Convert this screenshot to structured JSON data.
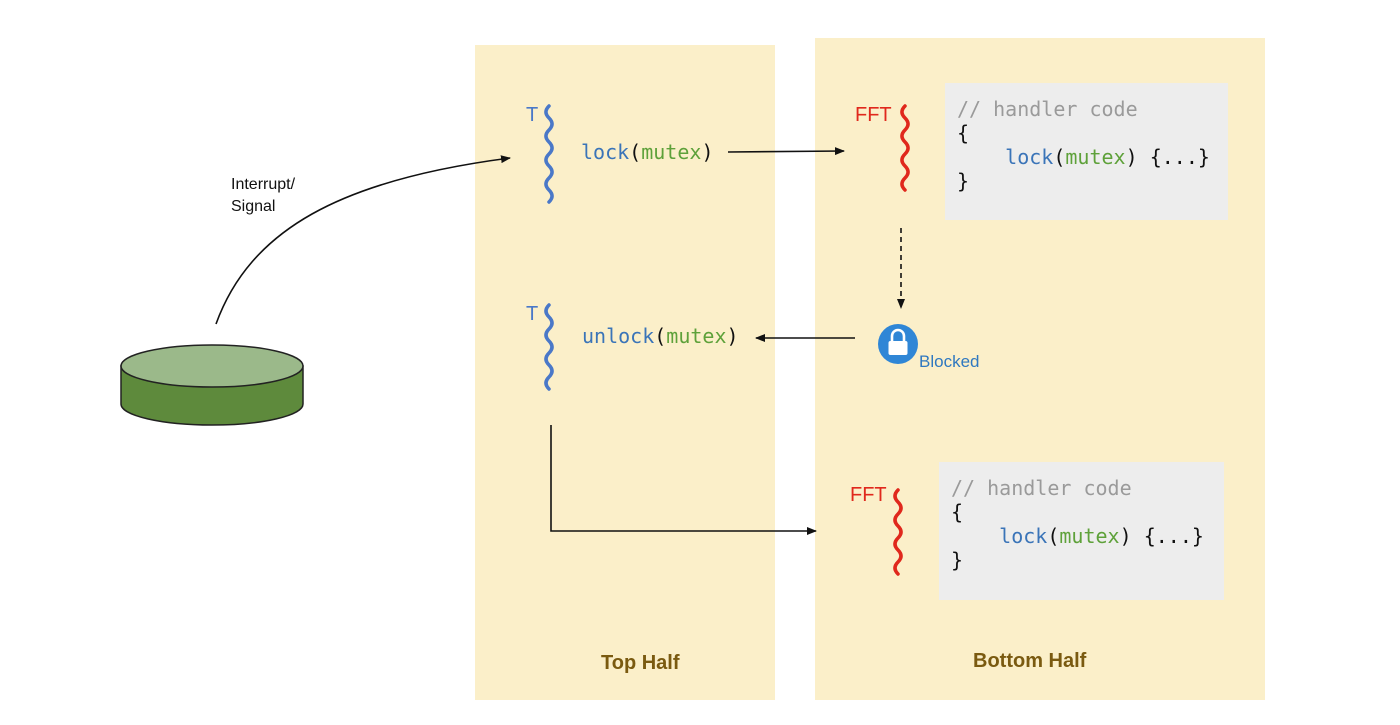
{
  "source": {
    "label_line1": "Interrupt/",
    "label_line2": "Signal"
  },
  "panels": {
    "top_half": "Top Half",
    "bottom_half": "Bottom Half"
  },
  "threads": {
    "normal": "T",
    "handler": "FFT"
  },
  "calls": {
    "lock": {
      "fn": "lock",
      "open": "(",
      "arg": "mutex",
      "close": ")"
    },
    "unlock": {
      "fn": "unlock",
      "open": "(",
      "arg": "mutex",
      "close": ")"
    }
  },
  "code": {
    "comment": "// handler code",
    "open_brace": "{",
    "fn": "lock",
    "open": "(",
    "arg": "mutex",
    "rest": ") {...}",
    "close_brace": "}"
  },
  "status": {
    "blocked": "Blocked"
  },
  "colors": {
    "panel_bg": "#fbefc9",
    "panel_title": "#7a5a10",
    "thread_T": "#4a78c8",
    "thread_FFT": "#e0281c",
    "code_bg": "#ededed",
    "disk_top": "#9bb98a",
    "disk_side": "#5e8a3c",
    "lock_icon": "#2f86d6"
  },
  "icons": {
    "lock": "padlock-icon",
    "source": "disk-icon"
  }
}
